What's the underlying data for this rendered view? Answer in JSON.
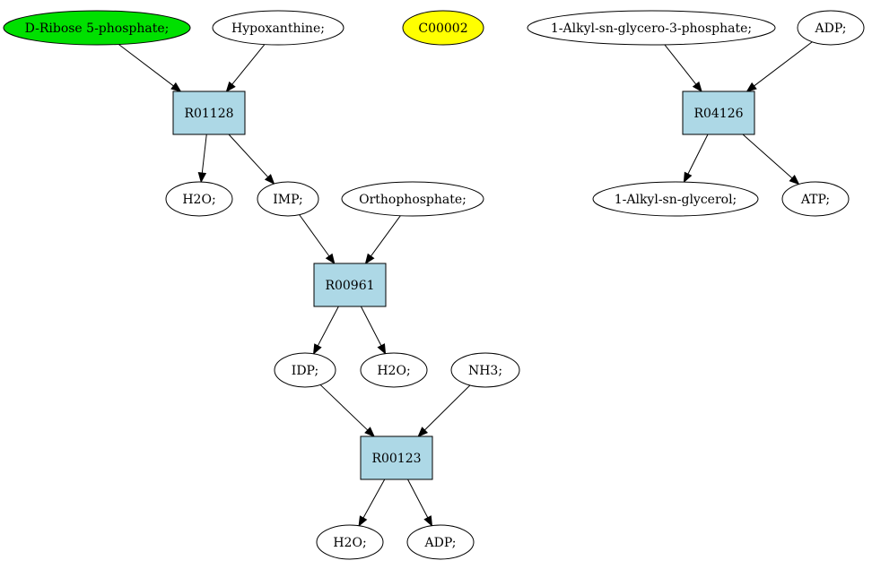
{
  "colors": {
    "highlight_green": "#00e000",
    "highlight_yellow": "#ffff00",
    "reaction_fill": "#add8e6",
    "compound_fill": "#ffffff",
    "stroke": "#000000"
  },
  "nodes": {
    "d_ribose_5_phosphate": {
      "label": "D-Ribose 5-phosphate;",
      "kind": "compound",
      "highlight": "green"
    },
    "hypoxanthine": {
      "label": "Hypoxanthine;",
      "kind": "compound"
    },
    "c00002": {
      "label": "C00002",
      "kind": "compound",
      "highlight": "yellow"
    },
    "alkyl_glycero_3_phosphate": {
      "label": "1-Alkyl-sn-glycero-3-phosphate;",
      "kind": "compound"
    },
    "adp_top": {
      "label": "ADP;",
      "kind": "compound"
    },
    "r01128": {
      "label": "R01128",
      "kind": "reaction"
    },
    "r04126": {
      "label": "R04126",
      "kind": "reaction"
    },
    "h2o_a": {
      "label": "H2O;",
      "kind": "compound"
    },
    "imp": {
      "label": "IMP;",
      "kind": "compound"
    },
    "orthophosphate": {
      "label": "Orthophosphate;",
      "kind": "compound"
    },
    "alkyl_glycerol": {
      "label": "1-Alkyl-sn-glycerol;",
      "kind": "compound"
    },
    "atp": {
      "label": "ATP;",
      "kind": "compound"
    },
    "r00961": {
      "label": "R00961",
      "kind": "reaction"
    },
    "idp": {
      "label": "IDP;",
      "kind": "compound"
    },
    "h2o_b": {
      "label": "H2O;",
      "kind": "compound"
    },
    "nh3": {
      "label": "NH3;",
      "kind": "compound"
    },
    "r00123": {
      "label": "R00123",
      "kind": "reaction"
    },
    "h2o_c": {
      "label": "H2O;",
      "kind": "compound"
    },
    "adp_bottom": {
      "label": "ADP;",
      "kind": "compound"
    }
  },
  "edges": [
    [
      "d_ribose_5_phosphate",
      "r01128"
    ],
    [
      "hypoxanthine",
      "r01128"
    ],
    [
      "r01128",
      "h2o_a"
    ],
    [
      "r01128",
      "imp"
    ],
    [
      "alkyl_glycero_3_phosphate",
      "r04126"
    ],
    [
      "adp_top",
      "r04126"
    ],
    [
      "r04126",
      "alkyl_glycerol"
    ],
    [
      "r04126",
      "atp"
    ],
    [
      "imp",
      "r00961"
    ],
    [
      "orthophosphate",
      "r00961"
    ],
    [
      "r00961",
      "idp"
    ],
    [
      "r00961",
      "h2o_b"
    ],
    [
      "idp",
      "r00123"
    ],
    [
      "nh3",
      "r00123"
    ],
    [
      "r00123",
      "h2o_c"
    ],
    [
      "r00123",
      "adp_bottom"
    ]
  ]
}
